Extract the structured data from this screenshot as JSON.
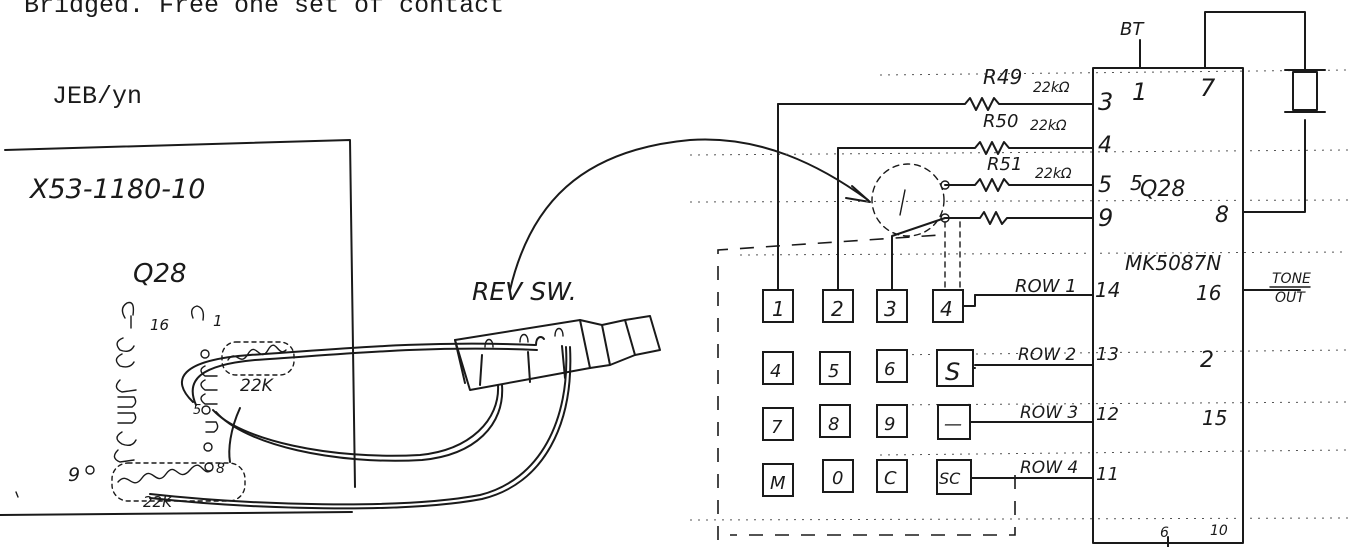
{
  "header": {
    "top_line": "Bridged.  Free one set of contact",
    "initials": "JEB/yn"
  },
  "left_board": {
    "part_number": "X53-1180-10",
    "ic_label": "Q28",
    "pin_16": "16",
    "pin_1": "1",
    "pin_5": "5",
    "pin_8": "8",
    "pin_9": "9",
    "resistor_top": "22K",
    "resistor_bottom": "22K"
  },
  "switch": {
    "label": "REV SW."
  },
  "schematic": {
    "bt_label": "BT",
    "ic_name": "MK5087N",
    "ic_ref": "Q28",
    "resistors": [
      {
        "name": "R49",
        "value": "22kΩ"
      },
      {
        "name": "R50",
        "value": "22kΩ"
      },
      {
        "name": "R51",
        "value": "22kΩ"
      }
    ],
    "pins_left": [
      "3",
      "4",
      "5",
      "9",
      "14",
      "13",
      "12",
      "11"
    ],
    "pins_ic_inner": [
      "1",
      "7",
      "8",
      "5",
      "16",
      "2",
      "15",
      "6",
      "10"
    ],
    "rows": [
      "ROW 1",
      "ROW 2",
      "ROW 3",
      "ROW 4"
    ],
    "tone_out_line1": "TONE",
    "tone_out_line2": "OUT",
    "keys": [
      "1",
      "2",
      "3",
      "4",
      "4",
      "5",
      "6",
      "S",
      "7",
      "8",
      "9",
      "—",
      "M",
      "0",
      "C",
      "SC"
    ]
  }
}
